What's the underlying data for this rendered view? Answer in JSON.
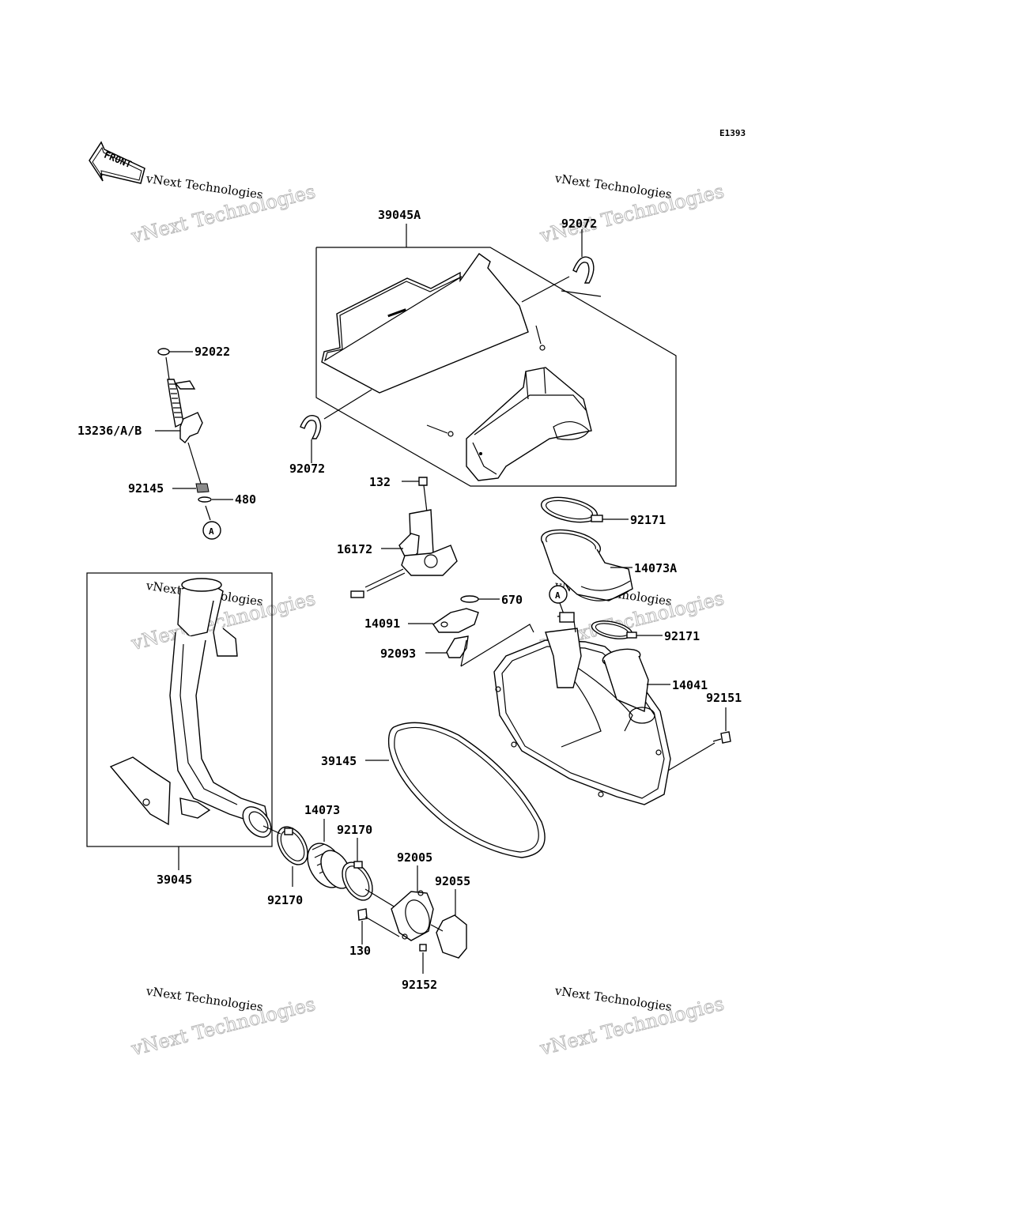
{
  "diagram_code": "E1393",
  "front_label": "FRONT",
  "watermark": {
    "line1": "vNext Technologies",
    "line2": "vNext Technologies"
  },
  "ref_marker": "A",
  "parts": {
    "p39045A": "39045A",
    "p92072_top": "92072",
    "p92072_left": "92072",
    "p92022": "92022",
    "p13236": "13236/A/B",
    "p92145": "92145",
    "p480": "480",
    "p132": "132",
    "p16172": "16172",
    "p670": "670",
    "p14091": "14091",
    "p92093": "92093",
    "p92171_top": "92171",
    "p14073A": "14073A",
    "p92171_mid": "92171",
    "p14041": "14041",
    "p92151": "92151",
    "p39145": "39145",
    "p14073": "14073",
    "p92170_r": "92170",
    "p92170_l": "92170",
    "p39045": "39045",
    "p92005": "92005",
    "p92055": "92055",
    "p130": "130",
    "p92152": "92152"
  }
}
